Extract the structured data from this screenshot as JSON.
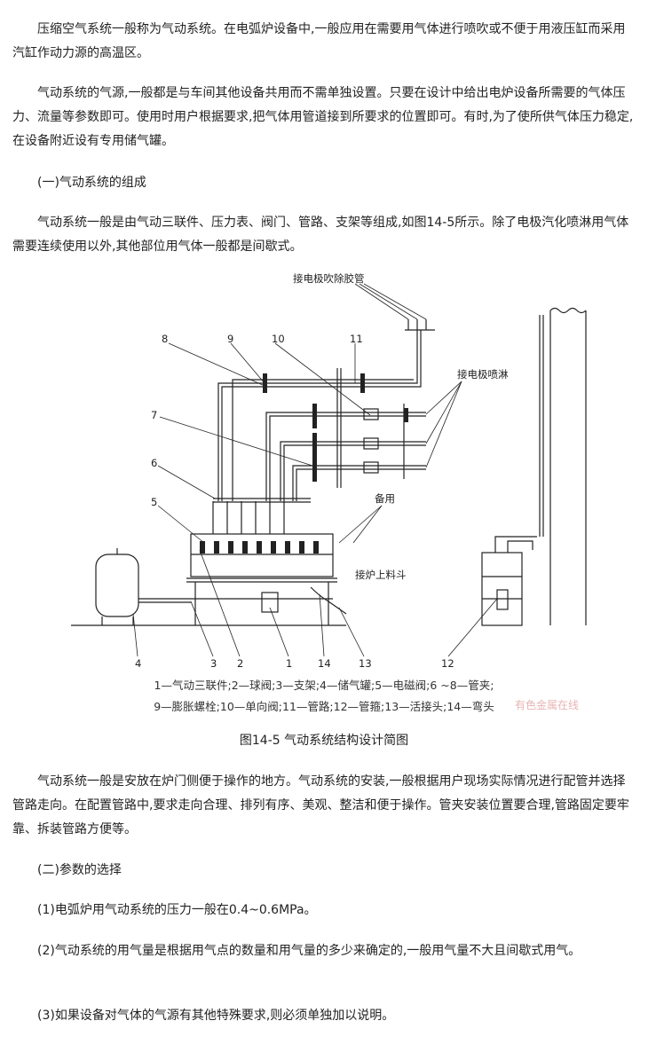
{
  "paragraphs": {
    "p1": "压缩空气系统一般称为气动系统。在电弧炉设备中,一般应用在需要用气体进行喷吹或不便于用液压缸而采用汽缸作动力源的高温区。",
    "p2": "气动系统的气源,一般都是与车间其他设备共用而不需单独设置。只要在设计中给出电炉设备所需要的气体压力、流量等参数即可。使用时用户根据要求,把气体用管道接到所要求的位置即可。有时,为了使所供气体压力稳定,在设备附近设有专用储气罐。",
    "h1": "(一)气动系统的组成",
    "p3": "气动系统一般是由气动三联件、压力表、阀门、管路、支架等组成,如图14-5所示。除了电极汽化喷淋用气体需要连续使用以外,其他部位用气体一般都是间歇式。",
    "p4": "气动系统一般是安放在炉门侧便于操作的地方。气动系统的安装,一般根据用户现场实际情况进行配管并选择管路走向。在配置管路中,要求走向合理、排列有序、美观、整洁和便于操作。管夹安装位置要合理,管路固定要牢靠、拆装管路方便等。",
    "h2": "(二)参数的选择",
    "p5": "(1)电弧炉用气动系统的压力一般在0.4~0.6MPa。",
    "p6": "(2)气动系统的用气量是根据用气点的数量和用气量的多少来确定的,一般用气量不大且间歇式用气。",
    "p7": "(3)如果设备对气体的气源有其他特殊要求,则必须单独加以说明。"
  },
  "figure": {
    "labels": {
      "electrode_blow": "接电极吹除胶管",
      "electrode_spray": "接电极喷淋",
      "spare": "备用",
      "furnace_hopper": "接炉上料斗"
    },
    "numbers_top": [
      "8",
      "9",
      "10",
      "11"
    ],
    "numbers_left": [
      "7",
      "6",
      "5"
    ],
    "numbers_bottom": [
      "4",
      "3",
      "2",
      "1",
      "14",
      "13",
      "12"
    ],
    "legend_line1": "1—气动三联件;2—球阀;3—支架;4—储气罐;5—电磁阀;6 ~8—管夹;",
    "legend_line2": "9—膨胀螺栓;10—单向阀;11—管路;12—管箍;13—活接头;14—弯头",
    "watermark": "有色金属在线",
    "title": "图14-5  气动系统结构设计简图"
  }
}
